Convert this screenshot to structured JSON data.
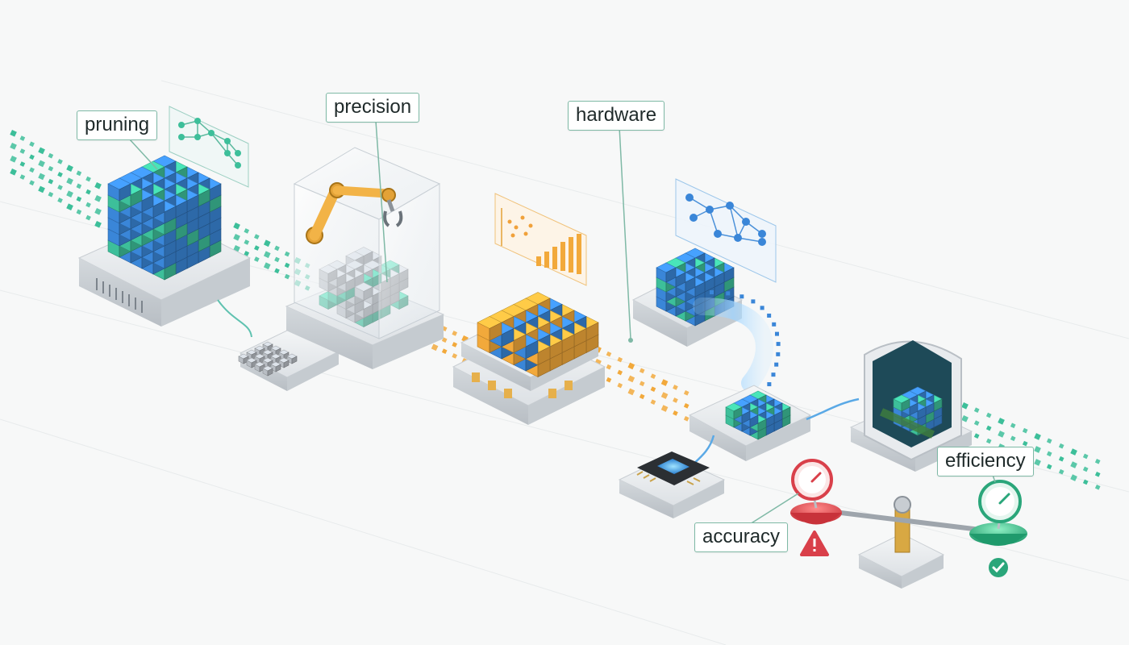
{
  "labels": {
    "pruning": "pruning",
    "precision": "precision",
    "hardware": "hardware",
    "accuracy": "accuracy",
    "efficiency": "efficiency"
  },
  "colors": {
    "teal": "#3dbf9a",
    "blue": "#3a86d8",
    "orange": "#f2a93b",
    "red": "#d9404a",
    "green": "#2aa67a",
    "platform": "#e6e9ec",
    "gray_cube": "#b9bec4"
  },
  "icons": {
    "network_panel": "network-graph-icon",
    "chart_panel": "bar-chart-icon",
    "warning": "warning-icon",
    "check": "check-icon",
    "gauge": "gauge-icon",
    "robot_arm": "robot-arm-icon",
    "chip": "chip-icon",
    "balance": "balance-scale-icon"
  }
}
